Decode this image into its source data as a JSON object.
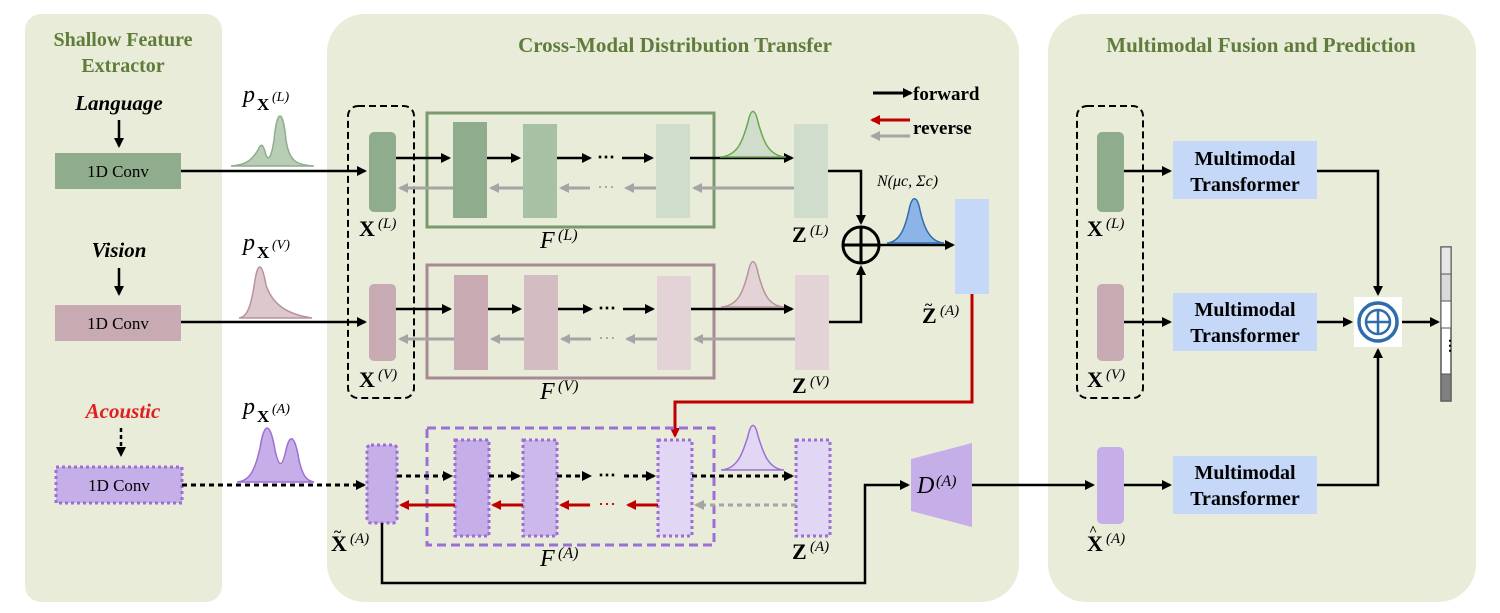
{
  "panels": {
    "left_title_line1": "Shallow Feature",
    "left_title_line2": "Extractor",
    "middle_title": "Cross-Modal Distribution Transfer",
    "right_title": "Multimodal Fusion and Prediction"
  },
  "modalities": {
    "language": "Language",
    "vision": "Vision",
    "acoustic": "Acoustic",
    "conv_label": "1D Conv"
  },
  "dist_labels": {
    "p": "p",
    "X": "X",
    "L_sup": "(L)",
    "V_sup": "(V)",
    "A_sup": "(A)"
  },
  "legend": {
    "forward": "forward",
    "reverse": "reverse"
  },
  "symbols": {
    "X": "X",
    "Z": "Z",
    "F": "F",
    "D": "D",
    "L_sup": "(L)",
    "V_sup": "(V)",
    "A_sup": "(A)",
    "tilde": "~",
    "hat": "^",
    "normal_label": "N(μc, Σc)"
  },
  "transformer": {
    "line1": "Multimodal",
    "line2": "Transformer"
  },
  "colors": {
    "panel_bg": "#e8ecd9",
    "lang": "#8fac8c",
    "lang_light": "#b9cdb6",
    "vis": "#c7aab2",
    "vis_light": "#dcc8cd",
    "ac": "#c6aee8",
    "ac_border": "#9b6fd6",
    "transformer": "#c5d8f7",
    "za": "#c5d8f7",
    "red": "#c00000",
    "gray_arrow": "#a5a5a5",
    "fusion_blue": "#2f6cab"
  }
}
